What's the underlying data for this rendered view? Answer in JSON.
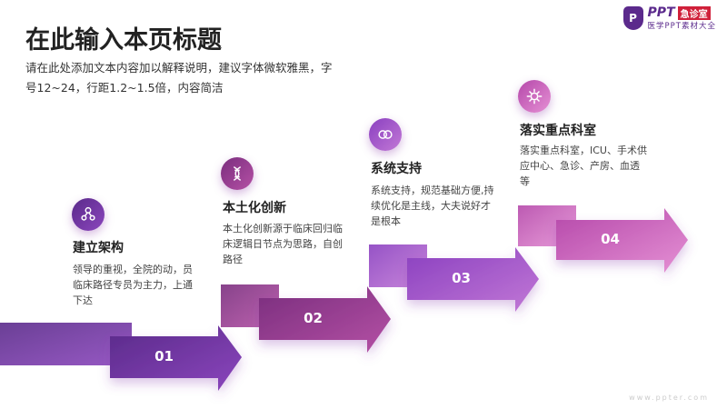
{
  "header": {
    "title": "在此输入本页标题",
    "subtitle": "请在此处添加文本内容加以解释说明，建议字体微软雅黑，字号12~24，行距1.2~1.5倍，内容简洁"
  },
  "logo": {
    "badge": "P",
    "brand": "PPT",
    "tag": "急诊室",
    "slogan": "医学PPT素材大全"
  },
  "steps": [
    {
      "num": "01",
      "title": "建立架构",
      "desc": "领导的重视，全院的动，员临床路径专员为主力，上通下达",
      "icon": "network-icon",
      "color_from": "#5a2a8a",
      "color_to": "#8b46bd"
    },
    {
      "num": "02",
      "title": "本土化创新",
      "desc": "本土化创新源于临床回归临床逻辑日节点为思路，自创路径",
      "icon": "dna-icon",
      "color_from": "#7a2e7e",
      "color_to": "#b550a5"
    },
    {
      "num": "03",
      "title": "系统支持",
      "desc": "系统支持，规范基础方便,持续优化是主线，大夫说好才是根本",
      "icon": "capsule-icon",
      "color_from": "#8a40c0",
      "color_to": "#c278d6"
    },
    {
      "num": "04",
      "title": "落实重点科室",
      "desc": "落实重点科室，ICU、手术供应中心、急诊、产房、血透等",
      "icon": "virus-icon",
      "color_from": "#b548aa",
      "color_to": "#e590d4"
    }
  ],
  "footer": "www.ppter.com"
}
